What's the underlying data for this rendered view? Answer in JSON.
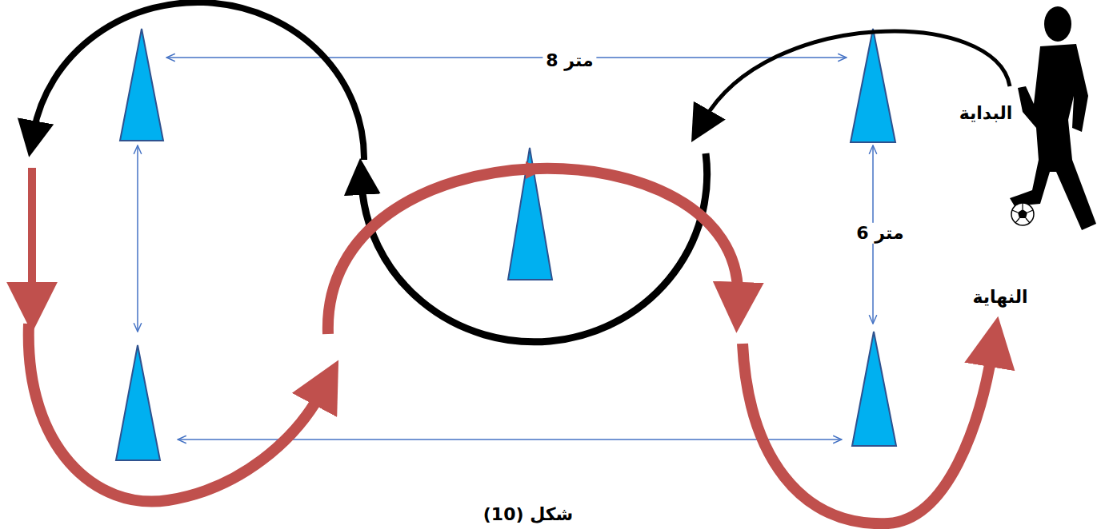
{
  "diagram": {
    "caption": "شكل (10)",
    "labels": [
      "8 متر",
      "6 متر",
      "البداية",
      "النهاية"
    ]
  }
}
